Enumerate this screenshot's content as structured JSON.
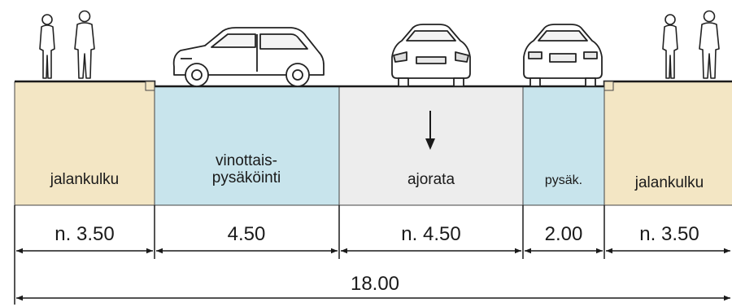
{
  "sections": [
    {
      "id": "sidewalk-left",
      "lines": [
        "jalankulku"
      ],
      "width": "n. 3.50",
      "color": "#f3e6c4"
    },
    {
      "id": "diagonal-parking",
      "lines": [
        "vinottais-",
        "pysäköinti"
      ],
      "width": "4.50",
      "color": "#c8e4ec"
    },
    {
      "id": "carriageway",
      "lines": [
        "ajorata"
      ],
      "width": "n. 4.50",
      "color": "#ededed"
    },
    {
      "id": "parking",
      "lines": [
        "pysäk."
      ],
      "width": "2.00",
      "color": "#c8e4ec"
    },
    {
      "id": "sidewalk-right",
      "lines": [
        "jalankulku"
      ],
      "width": "n. 3.50",
      "color": "#f3e6c4"
    }
  ],
  "total_width": "18.00",
  "icons": [
    "pedestrian-icon",
    "pedestrian-icon",
    "car-side-icon",
    "car-rear-icon",
    "car-front-icon",
    "pedestrian-icon",
    "pedestrian-icon",
    "direction-arrow-icon"
  ]
}
